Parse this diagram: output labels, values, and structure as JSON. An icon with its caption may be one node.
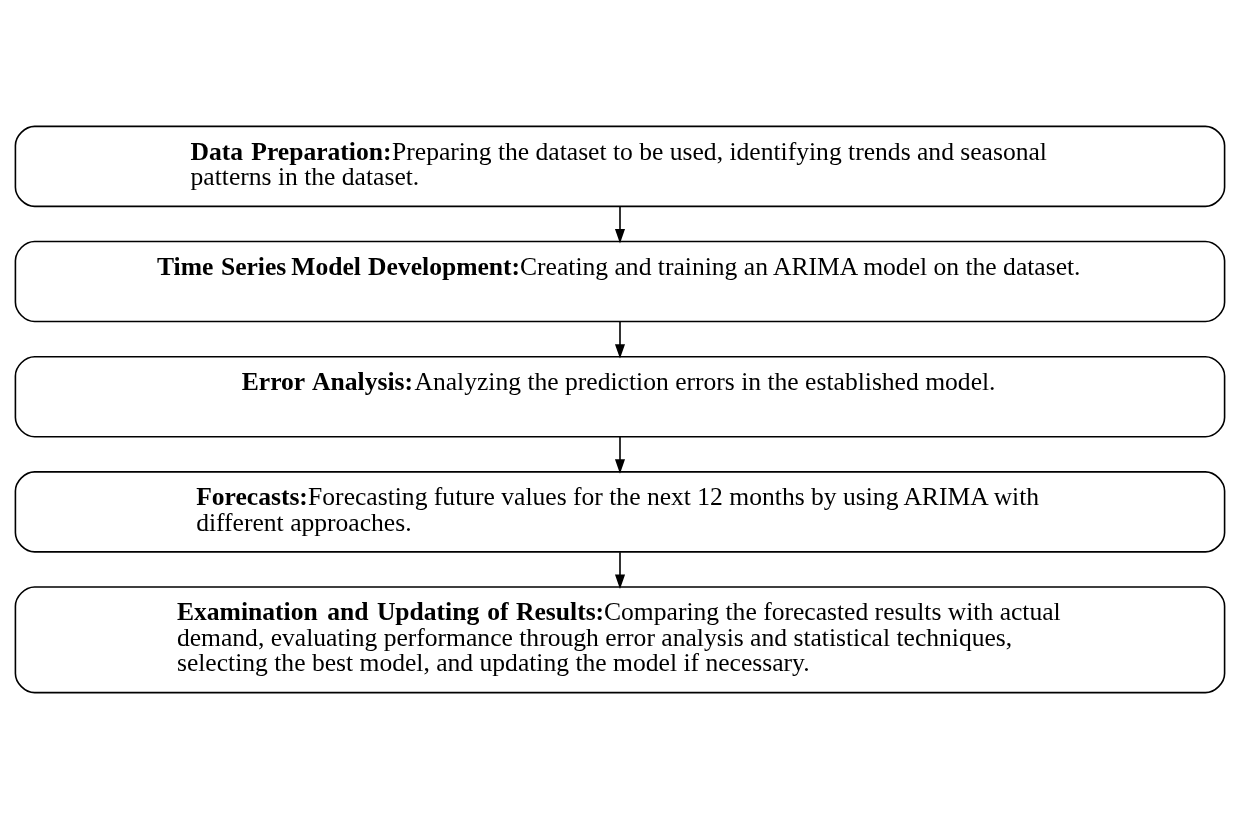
{
  "diagram": {
    "nodes": [
      {
        "text": [
          "Data Preparation:",
          "Preparing the dataset to be used, identifying trends and seasonal patterns in the dataset."
        ]
      },
      {
        "text": [
          "Time Series Model Development:",
          "Creating and training an ARIMA model on the dataset."
        ]
      },
      {
        "text": [
          "Error Analysis:",
          "Analyzing the prediction errors in the established model."
        ]
      },
      {
        "text": [
          "Forecasts:",
          "Forecasting future values for the next 12 months by using ARIMA with different approaches."
        ]
      },
      {
        "text": [
          "Examination and Updating of Results:",
          "Comparing the forecasted results with actual demand, evaluating performance through error analysis and statistical techniques, selecting the best model, and updating the model if necessary."
        ]
      }
    ],
    "edges": [
      {
        "from": 0,
        "to": 1,
        "arrow": "to"
      },
      {
        "from": 1,
        "to": 2,
        "arrow": "to"
      },
      {
        "from": 2,
        "to": 3,
        "arrow": "to"
      },
      {
        "from": 3,
        "to": 4,
        "arrow": "to"
      }
    ]
  }
}
